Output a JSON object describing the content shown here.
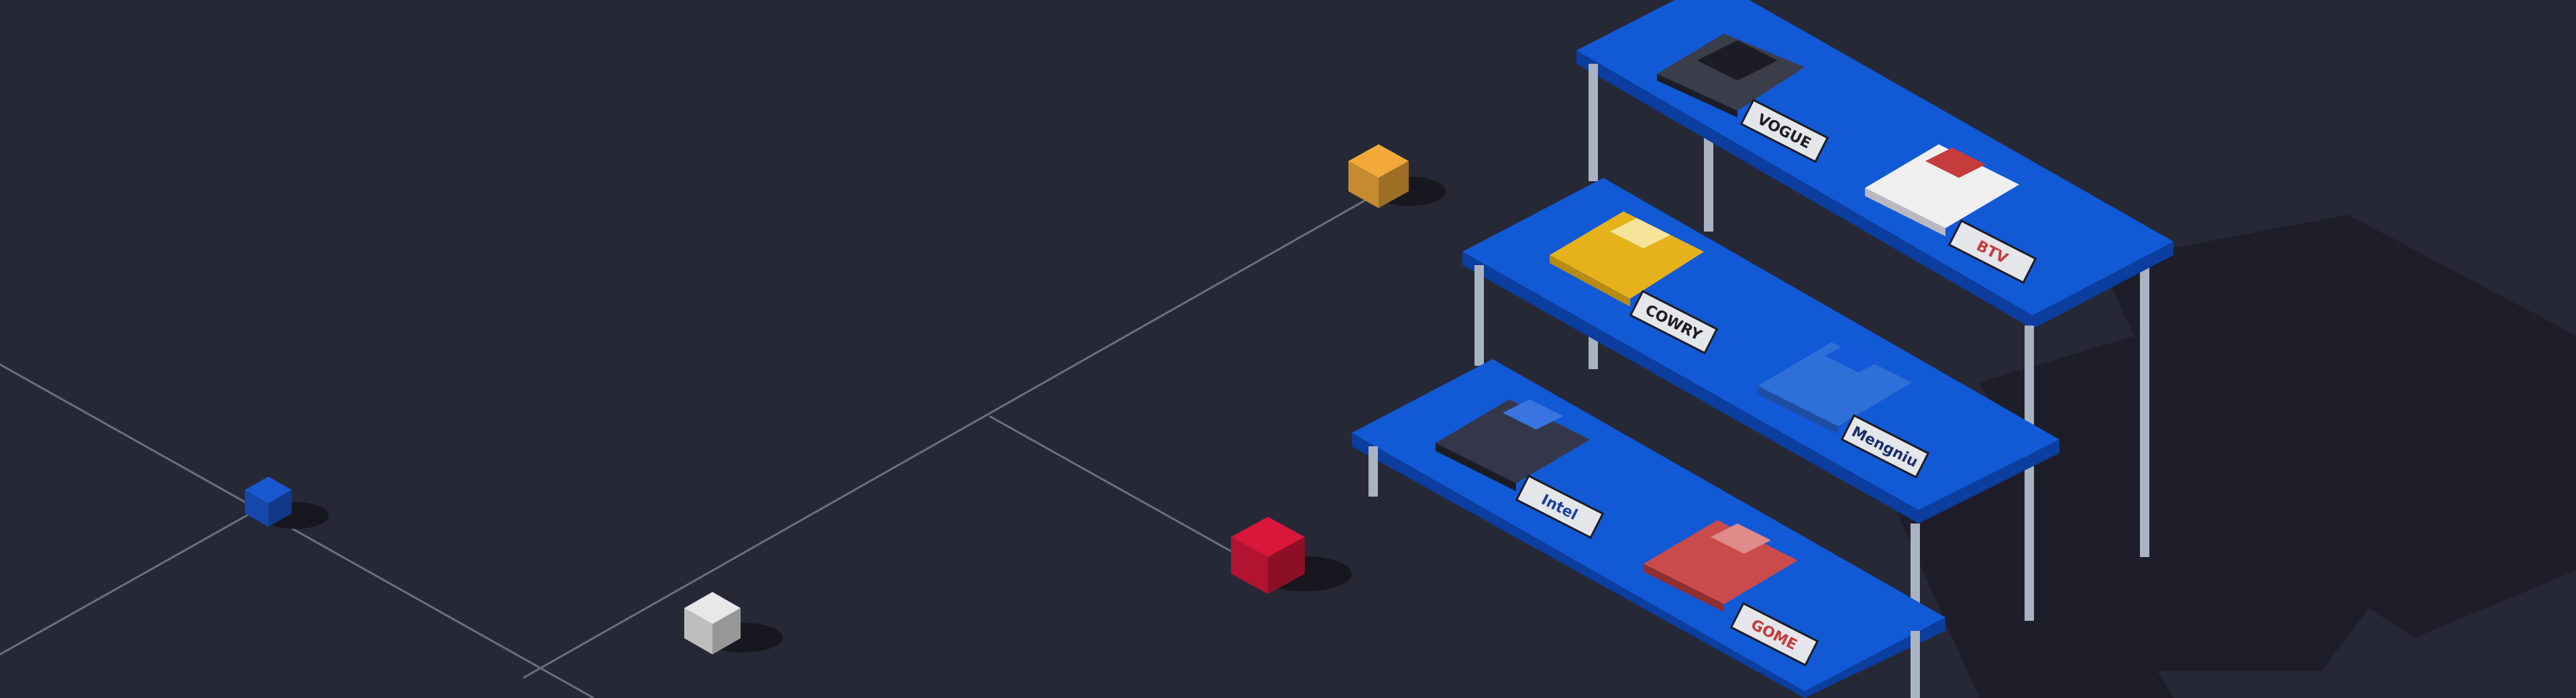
{
  "scene": {
    "background": "#262836",
    "grid_line_color": "#6c6f7c",
    "table_top_color": "#1259d6",
    "table_edge_color": "#0b3e9e",
    "leg_color": "#aab3c2"
  },
  "cubes": [
    {
      "id": "cube-orange",
      "color": "#f2a93a"
    },
    {
      "id": "cube-blue",
      "color": "#1a58d0"
    },
    {
      "id": "cube-white",
      "color": "#e8e8e8"
    },
    {
      "id": "cube-red",
      "color": "#d9173a"
    }
  ],
  "books": [
    {
      "brand": "VOGUE",
      "cover": "#3b3d4a",
      "accent": "#1b1c24",
      "label_color": "#1b1c24"
    },
    {
      "brand": "BTV",
      "cover": "#efefef",
      "accent": "#c63b3b",
      "label_color": "#c63b3b"
    },
    {
      "brand": "COWRY",
      "cover": "#e5b21c",
      "accent": "#f6e49a",
      "label_color": "#1b1c24"
    },
    {
      "brand": "Mengniu",
      "cover": "#2f6fd8",
      "accent": "#1558d8",
      "label_color": "#1b2f6b"
    },
    {
      "brand": "Intel",
      "cover": "#34374a",
      "accent": "#3a74e0",
      "label_color": "#1a3f9e"
    },
    {
      "brand": "GOME",
      "cover": "#c94b4b",
      "accent": "#e08a8a",
      "label_color": "#c63b3b"
    }
  ]
}
